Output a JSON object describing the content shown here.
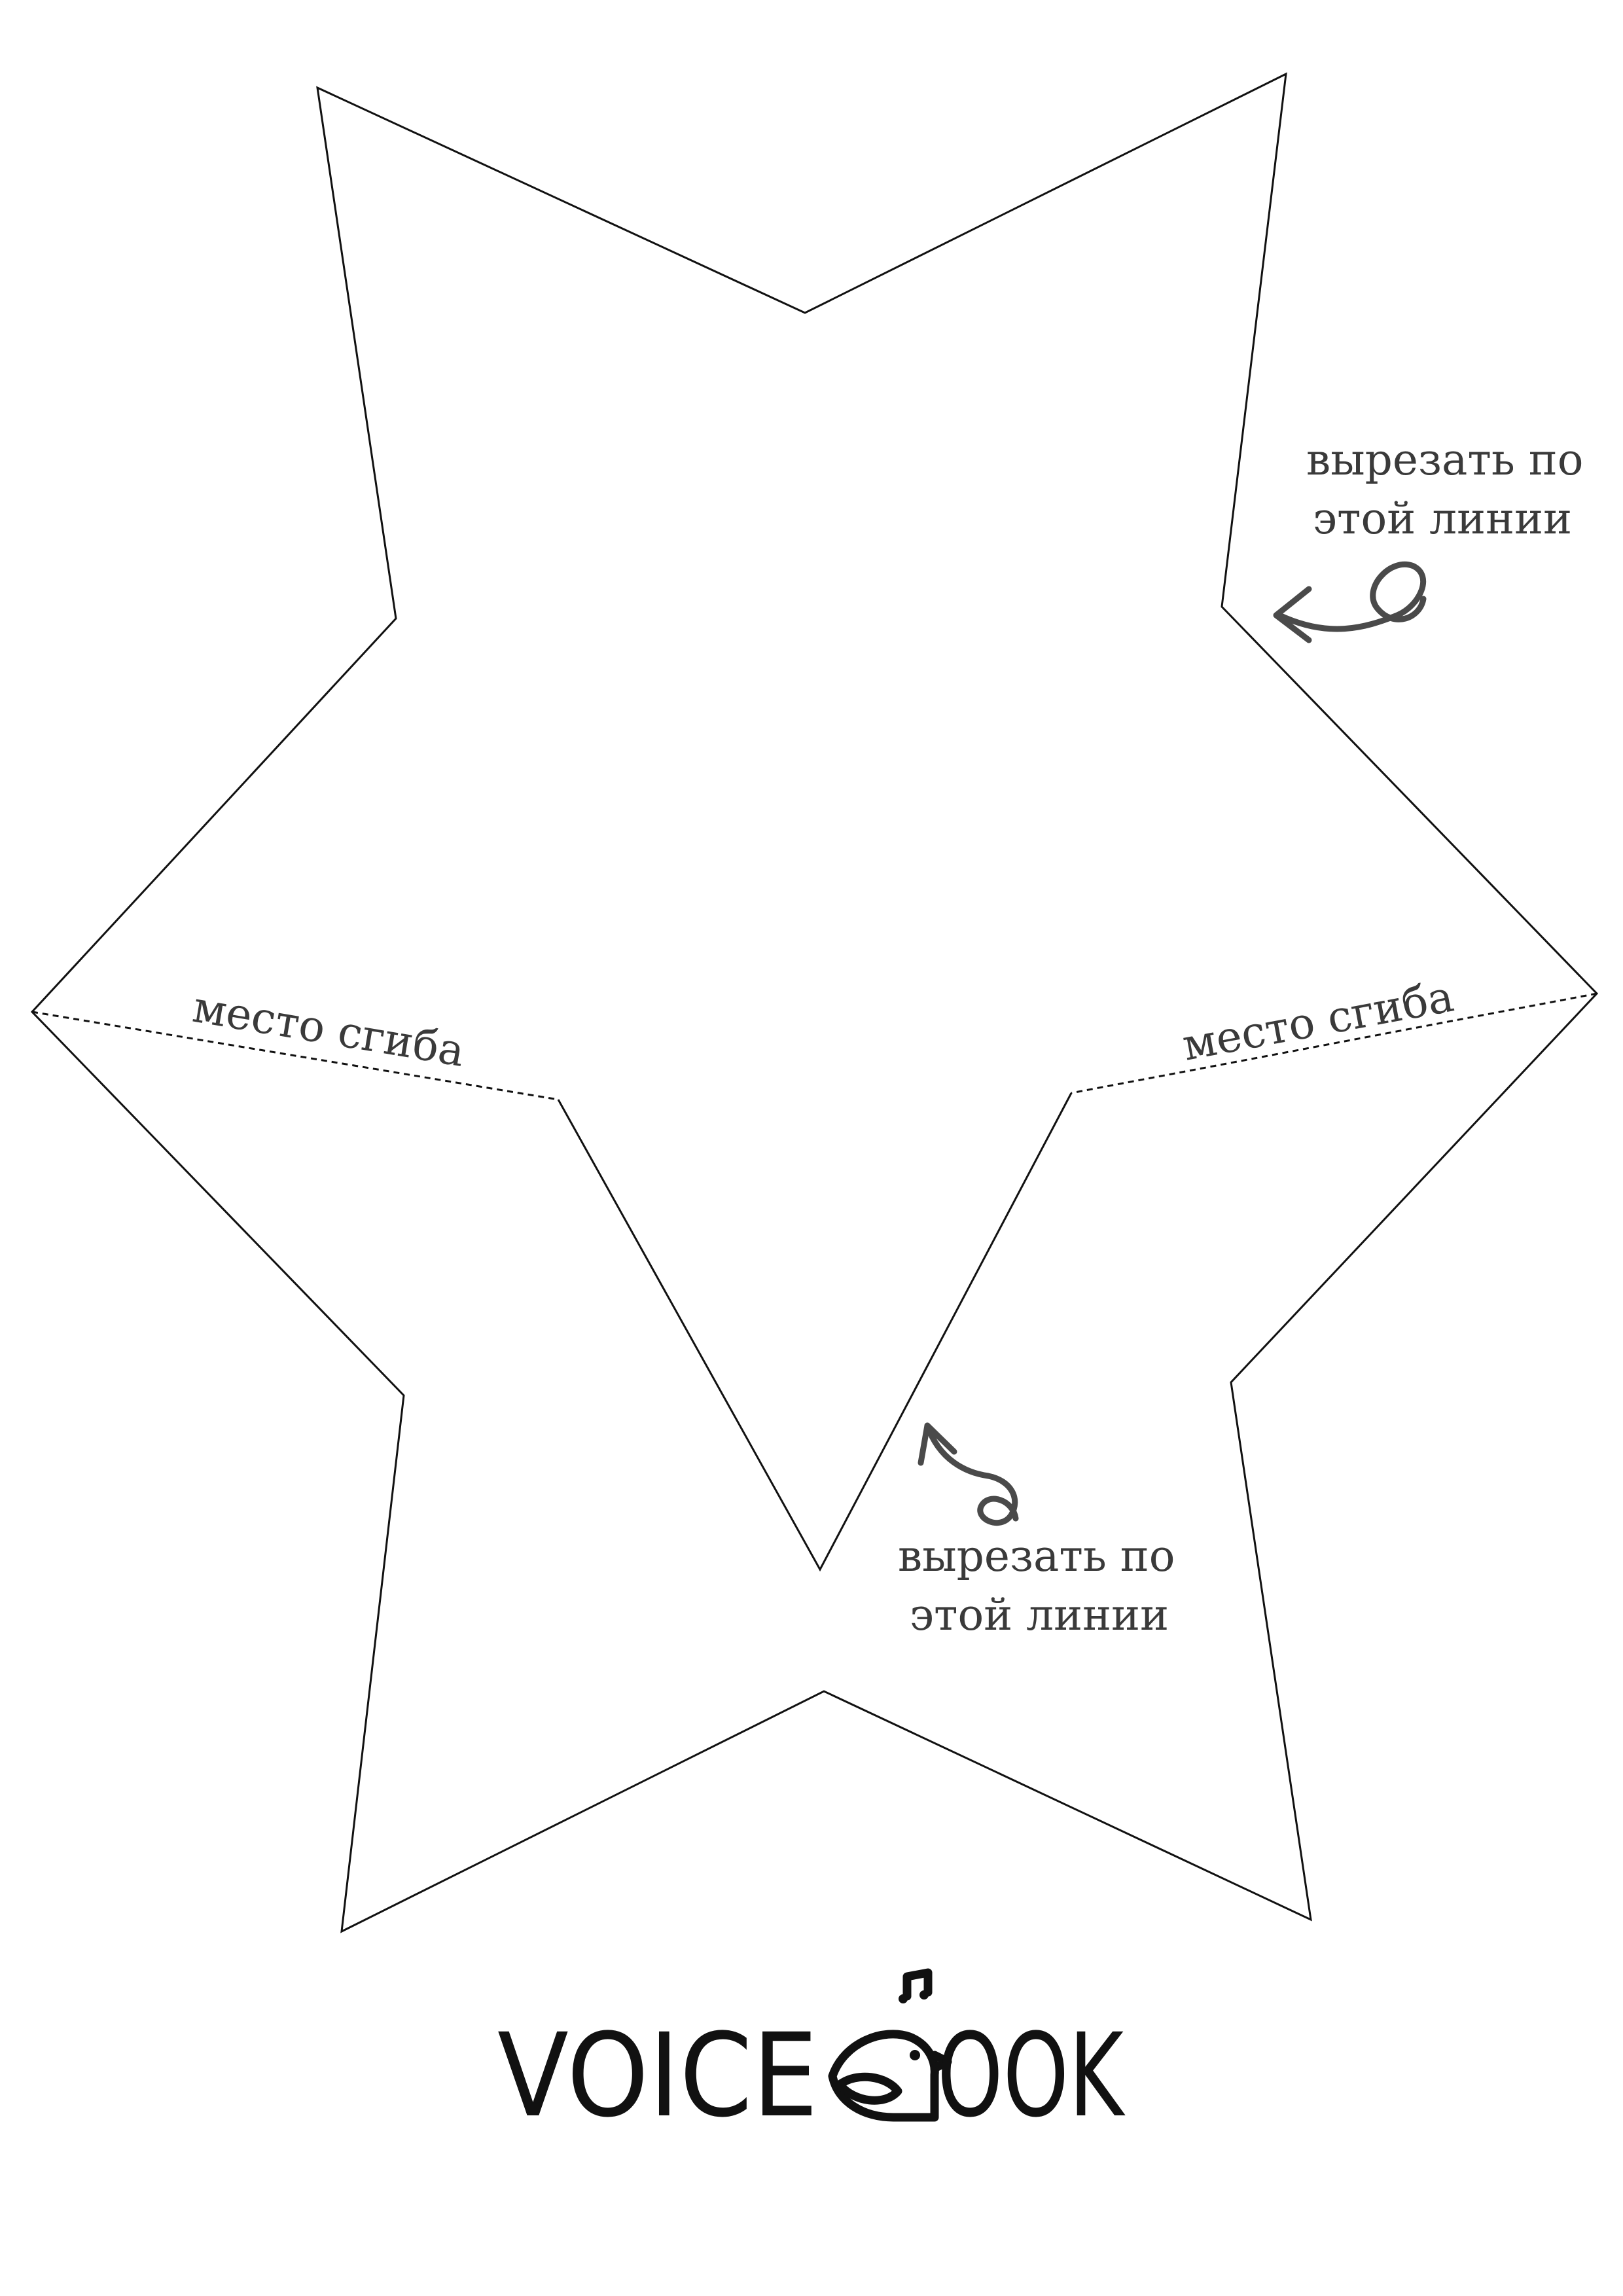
{
  "labels": {
    "cut_line_top": [
      "вырезать по",
      "этой линии"
    ],
    "cut_line_bottom": [
      "вырезать по",
      "этой линии"
    ],
    "fold_left": "место сгиба",
    "fold_right": "место сгиба"
  },
  "logo": {
    "text_left": "VOICE",
    "text_right": "OOK"
  },
  "icons": [
    "arrow-curl-icon",
    "arrow-curl-icon",
    "bird-note-logo-icon"
  ]
}
